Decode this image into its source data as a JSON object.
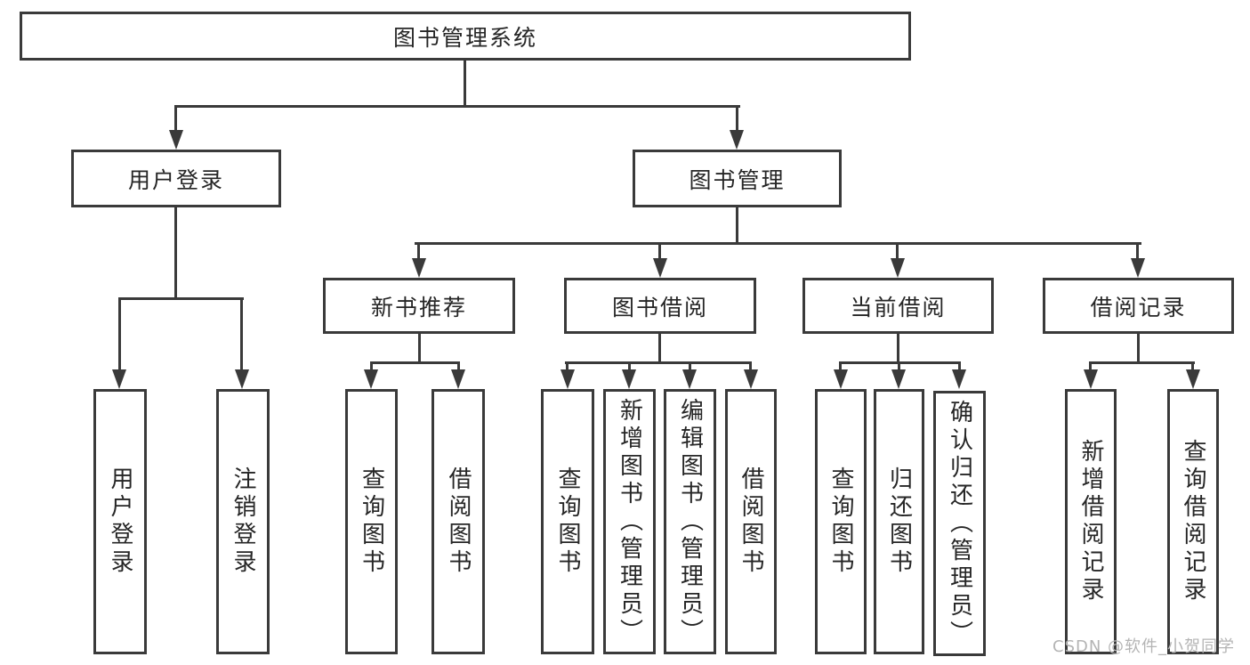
{
  "tree": {
    "label": "图书管理系统",
    "children": [
      {
        "label": "用户登录",
        "children": [
          {
            "label": "用户登录"
          },
          {
            "label": "注销登录"
          }
        ]
      },
      {
        "label": "图书管理",
        "children": [
          {
            "label": "新书推荐",
            "children": [
              {
                "label": "查询图书"
              },
              {
                "label": "借阅图书"
              }
            ]
          },
          {
            "label": "图书借阅",
            "children": [
              {
                "label": "查询图书"
              },
              {
                "label": "新增图书（管理员）"
              },
              {
                "label": "编辑图书（管理员）"
              },
              {
                "label": "借阅图书"
              }
            ]
          },
          {
            "label": "当前借阅",
            "children": [
              {
                "label": "查询图书"
              },
              {
                "label": "归还图书"
              },
              {
                "label": "确认归还（管理员）"
              }
            ]
          },
          {
            "label": "借阅记录",
            "children": [
              {
                "label": "新增借阅记录"
              },
              {
                "label": "查询借阅记录"
              }
            ]
          }
        ]
      }
    ]
  },
  "watermark": {
    "text": "CSDN @软件_小贺同学"
  },
  "colors": {
    "line": "#3a3a3a",
    "text": "#262626",
    "watermark": "#b4b4b4",
    "background": "#ffffff"
  }
}
